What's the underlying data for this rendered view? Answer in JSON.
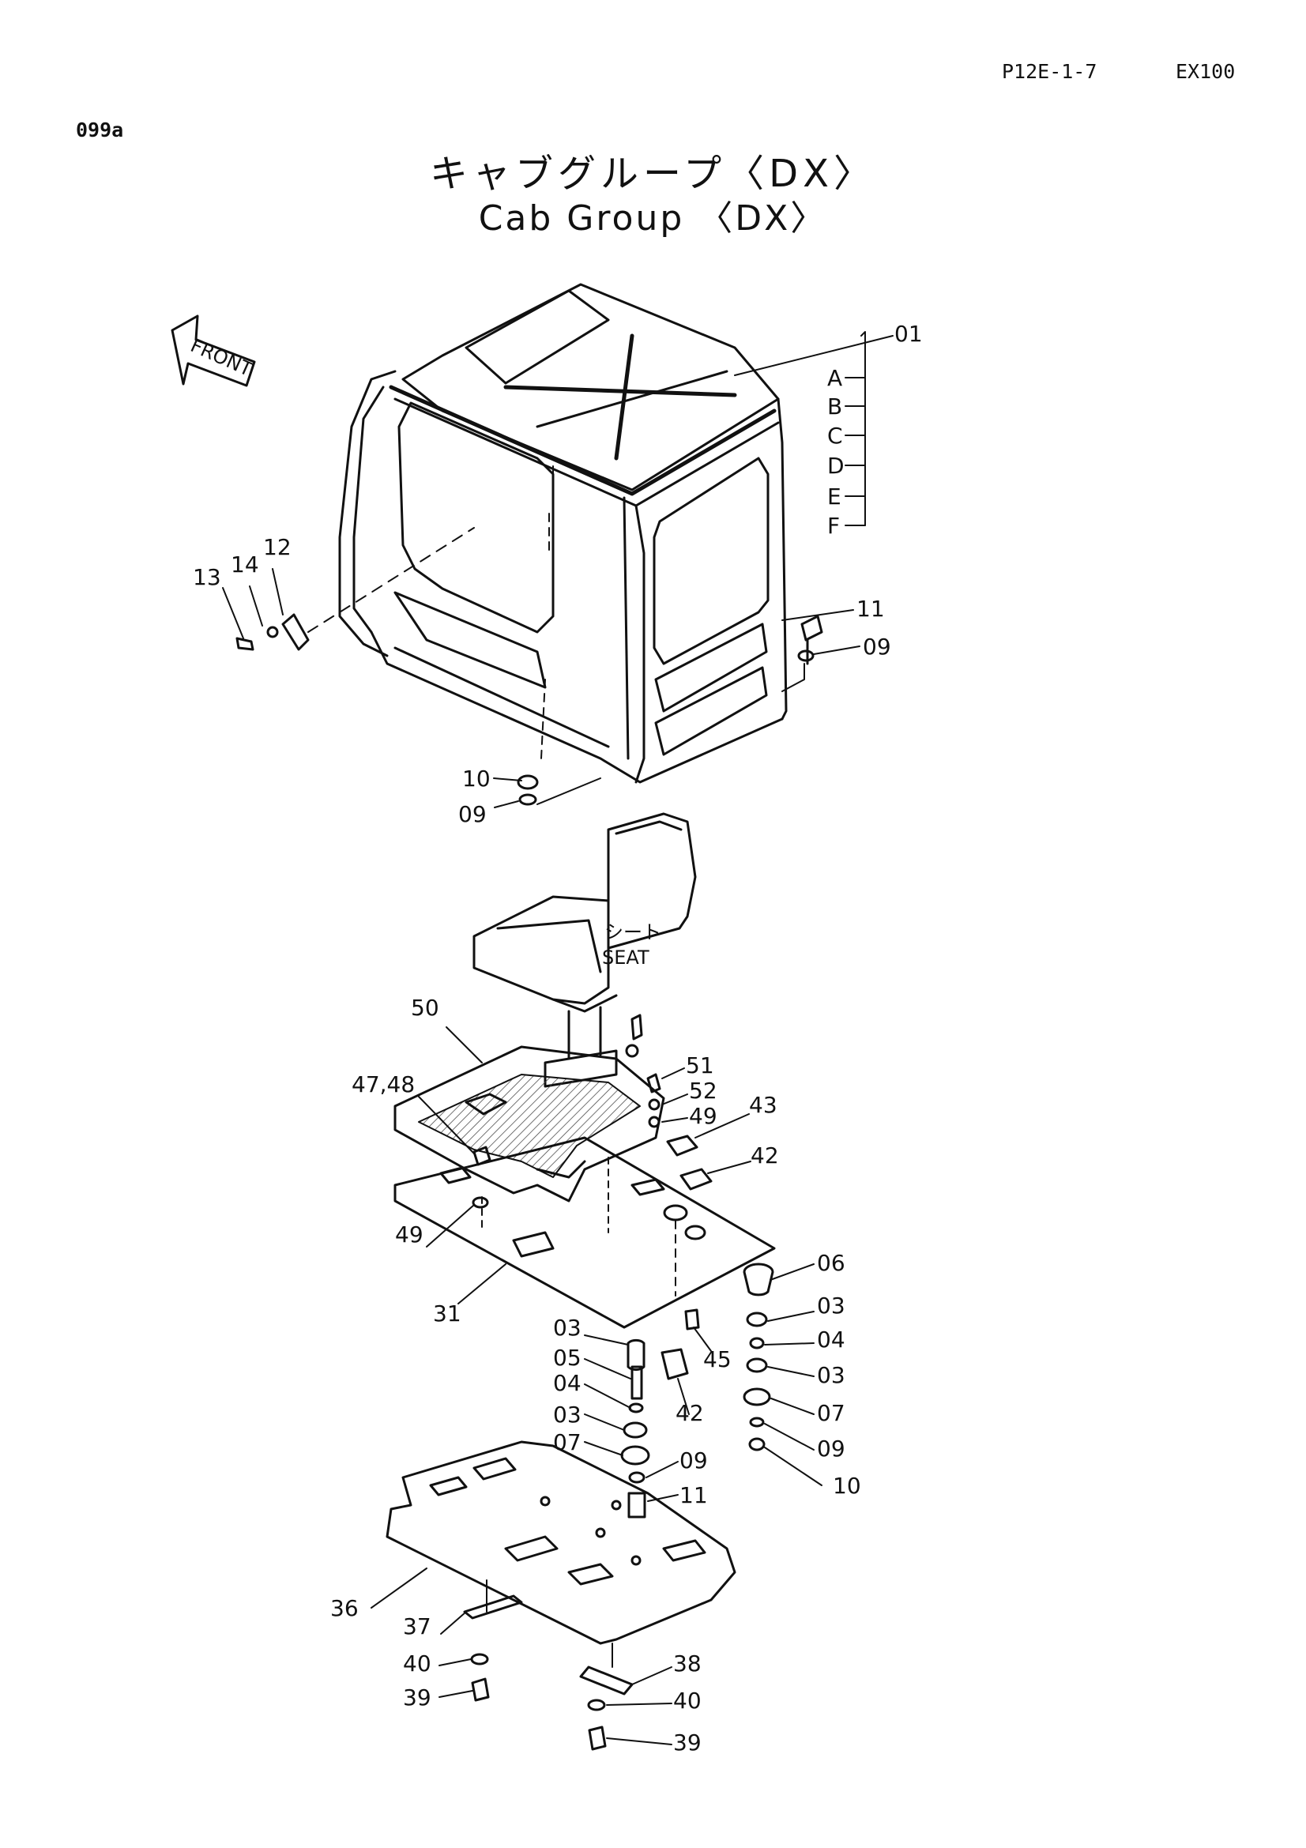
{
  "header": {
    "page_id": "P12E-1-7",
    "model": "EX100",
    "sheet_code": "099a"
  },
  "title": {
    "japanese": "キャブグループ〈DX〉",
    "english": "Cab Group 〈DX〉"
  },
  "front_arrow": "FRONT",
  "seat": {
    "label_jp": "シート",
    "label_en": "SEAT"
  },
  "sub_letters": [
    "A",
    "B",
    "C",
    "D",
    "E",
    "F"
  ],
  "callouts": [
    "01",
    "11",
    "09",
    "12",
    "13",
    "14",
    "10",
    "09",
    "50",
    "47,48",
    "51",
    "52",
    "49",
    "43",
    "42",
    "49",
    "31",
    "06",
    "03",
    "04",
    "03",
    "07",
    "09",
    "10",
    "03",
    "05",
    "04",
    "03",
    "07",
    "09",
    "11",
    "45",
    "42",
    "36",
    "37",
    "40",
    "39",
    "38",
    "40",
    "39"
  ]
}
